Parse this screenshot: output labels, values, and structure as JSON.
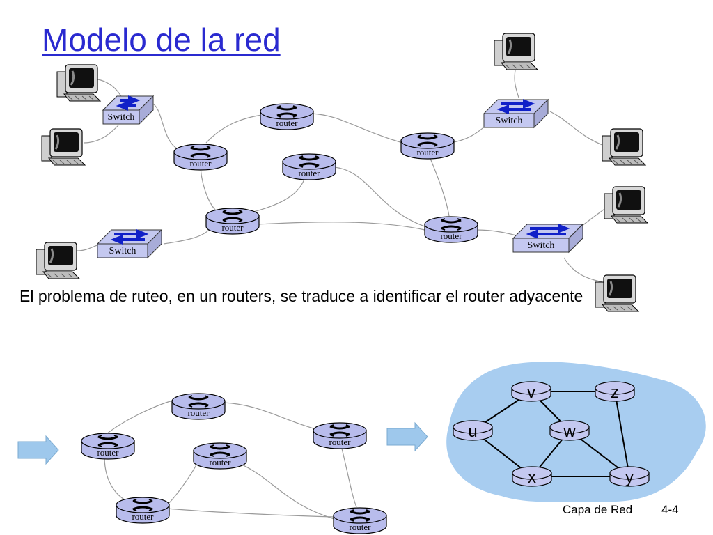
{
  "slide": {
    "title": "Modelo de la red",
    "caption": "El problema de ruteo, en un routers, se traduce a identificar el router adyacente",
    "footer_label": "Capa de Red",
    "footer_number": "4-4"
  },
  "labels": {
    "router": "router",
    "switch": "Switch"
  },
  "graph": {
    "nodes": [
      "v",
      "z",
      "u",
      "w",
      "x",
      "y"
    ],
    "edges": [
      [
        "u",
        "v"
      ],
      [
        "u",
        "x"
      ],
      [
        "v",
        "z"
      ],
      [
        "v",
        "w"
      ],
      [
        "w",
        "x"
      ],
      [
        "w",
        "y"
      ],
      [
        "x",
        "y"
      ],
      [
        "z",
        "y"
      ]
    ]
  },
  "colors": {
    "title": "#2a2ad0",
    "router_body": "#b8bcec",
    "switch_body": "#c4c8f0",
    "switch_arrows": "#1020c8",
    "cloud": "#a8cdf0",
    "arrow": "#9ec8ec",
    "link": "#9a9a9a"
  }
}
